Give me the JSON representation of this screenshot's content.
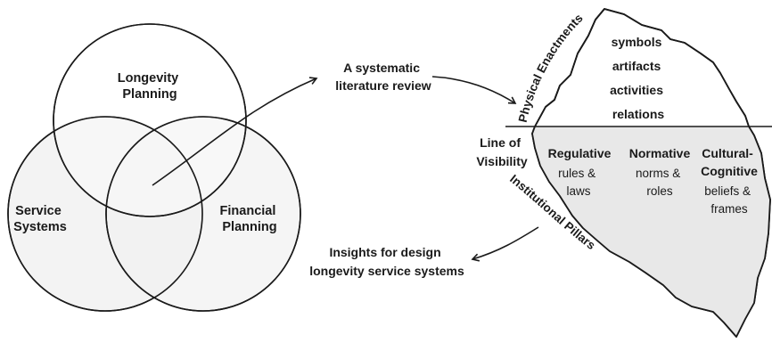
{
  "venn": {
    "top_circle": [
      "Longevity",
      "Planning"
    ],
    "left_circle": [
      "Service",
      "Systems"
    ],
    "right_circle": [
      "Financial",
      "Planning"
    ]
  },
  "center": {
    "review_label": [
      "A systematic",
      "literature review"
    ],
    "insights_label": [
      "Insights for design",
      "longevity service systems"
    ]
  },
  "iceberg": {
    "above_arc": "Physical Enactments",
    "above_items": [
      "symbols",
      "artifacts",
      "activities",
      "relations"
    ],
    "line_label": [
      "Line of",
      "Visibility"
    ],
    "below_arc": "Institutional Pillars",
    "pillars": [
      {
        "head": [
          "Regulative"
        ],
        "body": [
          "rules &",
          "laws"
        ]
      },
      {
        "head": [
          "Normative"
        ],
        "body": [
          "norms &",
          "roles"
        ]
      },
      {
        "head": [
          "Cultural-",
          "Cognitive"
        ],
        "body": [
          "beliefs &",
          "frames"
        ]
      }
    ]
  },
  "colors": {
    "ink": "#1a1a1a",
    "circle_fill": "#f2f2f2",
    "iceberg_below": "#e8e8e8",
    "background": "#ffffff"
  }
}
